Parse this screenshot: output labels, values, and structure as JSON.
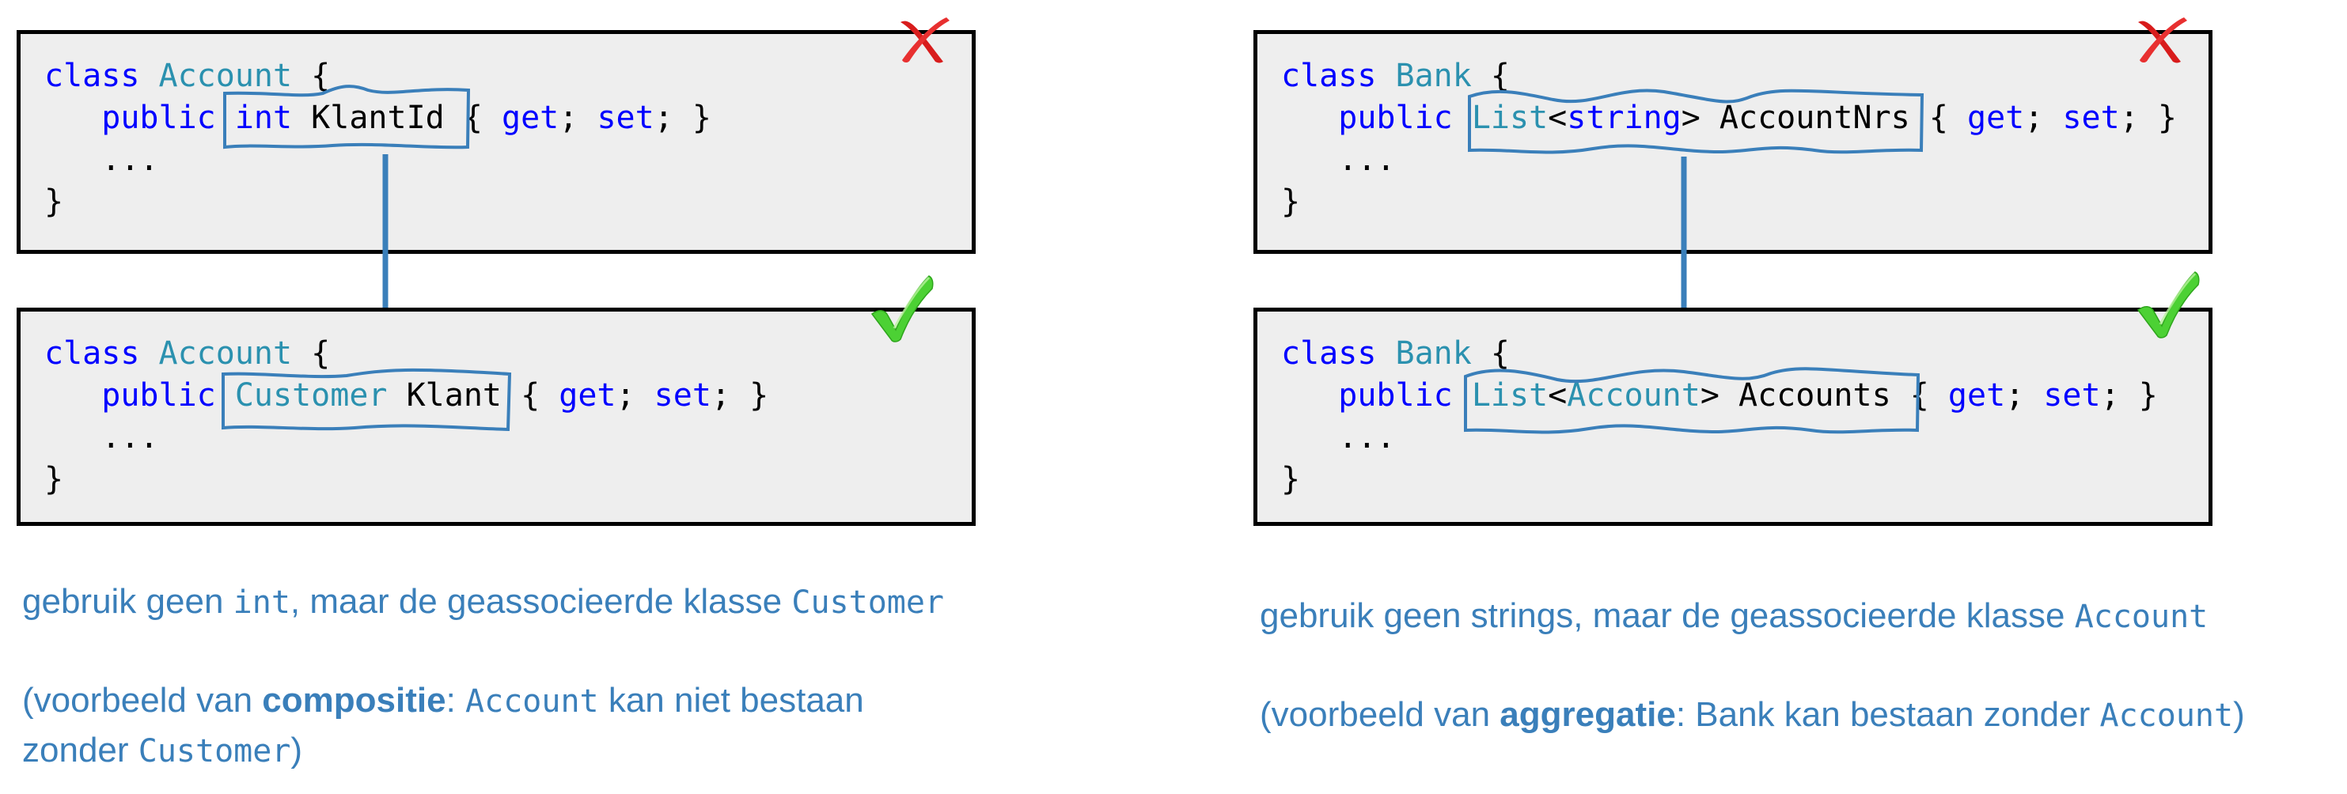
{
  "colors": {
    "keyword": "#0000ff",
    "type": "#2b91af",
    "plain": "#000000",
    "annotation": "#3a7fba",
    "box_background": "#eeeeee",
    "wrong_mark": "#e02020",
    "correct_mark": "#3cc82a"
  },
  "left": {
    "wrong": {
      "mark_icon": "red-cross-icon",
      "lines": [
        [
          {
            "t": "class",
            "c": "kw"
          },
          {
            "t": " "
          },
          {
            "t": "Account",
            "c": "ty"
          },
          {
            "t": " {"
          }
        ],
        [
          {
            "t": "   "
          },
          {
            "t": "public",
            "c": "kw"
          },
          {
            "t": " "
          },
          {
            "t": "int",
            "c": "kw"
          },
          {
            "t": " KlantId "
          },
          {
            "t": "{ "
          },
          {
            "t": "get",
            "c": "kw"
          },
          {
            "t": "; "
          },
          {
            "t": "set",
            "c": "kw"
          },
          {
            "t": "; }"
          }
        ],
        [
          {
            "t": "   ..."
          }
        ],
        [
          {
            "t": "}"
          }
        ]
      ]
    },
    "right_version": {
      "mark_icon": "green-check-icon",
      "lines": [
        [
          {
            "t": "class",
            "c": "kw"
          },
          {
            "t": " "
          },
          {
            "t": "Account",
            "c": "ty"
          },
          {
            "t": " {"
          }
        ],
        [
          {
            "t": "   "
          },
          {
            "t": "public",
            "c": "kw"
          },
          {
            "t": " "
          },
          {
            "t": "Customer",
            "c": "ty"
          },
          {
            "t": " Klant "
          },
          {
            "t": "{ "
          },
          {
            "t": "get",
            "c": "kw"
          },
          {
            "t": "; "
          },
          {
            "t": "set",
            "c": "kw"
          },
          {
            "t": "; }"
          }
        ],
        [
          {
            "t": "   ..."
          }
        ],
        [
          {
            "t": "}"
          }
        ]
      ]
    },
    "caption1": {
      "pre": "gebruik geen ",
      "code": "int",
      "mid": ", maar de geassocieerde klasse ",
      "code2": "Customer"
    },
    "caption2": {
      "pre": "(voorbeeld van ",
      "bold": "compositie",
      "mid": ": ",
      "code": "Account",
      "post": " kan niet bestaan",
      "line2_pre": "zonder ",
      "line2_code": "Customer",
      "line2_post": ")"
    }
  },
  "right": {
    "wrong": {
      "mark_icon": "red-cross-icon",
      "lines": [
        [
          {
            "t": "class",
            "c": "kw"
          },
          {
            "t": " "
          },
          {
            "t": "Bank",
            "c": "ty"
          },
          {
            "t": " {"
          }
        ],
        [
          {
            "t": "   "
          },
          {
            "t": "public",
            "c": "kw"
          },
          {
            "t": " "
          },
          {
            "t": "List",
            "c": "ty"
          },
          {
            "t": "<"
          },
          {
            "t": "string",
            "c": "kw"
          },
          {
            "t": "> AccountNrs "
          },
          {
            "t": "{ "
          },
          {
            "t": "get",
            "c": "kw"
          },
          {
            "t": "; "
          },
          {
            "t": "set",
            "c": "kw"
          },
          {
            "t": "; }"
          }
        ],
        [
          {
            "t": "   ..."
          }
        ],
        [
          {
            "t": "}"
          }
        ]
      ]
    },
    "right_version": {
      "mark_icon": "green-check-icon",
      "lines": [
        [
          {
            "t": "class",
            "c": "kw"
          },
          {
            "t": " "
          },
          {
            "t": "Bank",
            "c": "ty"
          },
          {
            "t": " {"
          }
        ],
        [
          {
            "t": "   "
          },
          {
            "t": "public",
            "c": "kw"
          },
          {
            "t": " "
          },
          {
            "t": "List",
            "c": "ty"
          },
          {
            "t": "<"
          },
          {
            "t": "Account",
            "c": "ty"
          },
          {
            "t": "> Accounts "
          },
          {
            "t": "{ "
          },
          {
            "t": "get",
            "c": "kw"
          },
          {
            "t": "; "
          },
          {
            "t": "set",
            "c": "kw"
          },
          {
            "t": "; }"
          }
        ],
        [
          {
            "t": "   ..."
          }
        ],
        [
          {
            "t": "}"
          }
        ]
      ]
    },
    "caption1": {
      "pre": "gebruik geen strings, maar de geassocieerde klasse ",
      "code": "Account"
    },
    "caption2": {
      "pre": "(voorbeeld van ",
      "bold": "aggregatie",
      "mid": ": Bank kan bestaan zonder ",
      "code": "Account",
      "post": ")"
    }
  }
}
